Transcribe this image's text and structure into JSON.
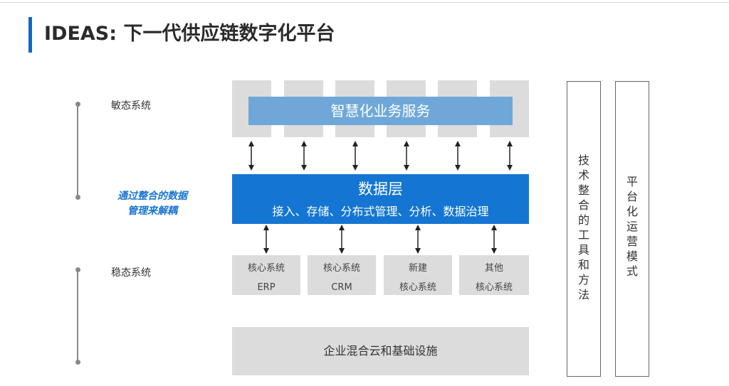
{
  "title": "IDEAS: 下一代供应链数字化平台",
  "left_labels": {
    "agile": "敏态系统",
    "integration_line1": "通过整合的数据",
    "integration_line2": "管理来解耦",
    "stable": "稳态系统"
  },
  "smart_services": "智慧化业务服务",
  "data_layer": {
    "title": "数据层",
    "subtitle": "接入、存储、分布式管理、分析、数据治理"
  },
  "core_systems": [
    {
      "line1": "核心系统",
      "line2": "ERP"
    },
    {
      "line1": "核心系统",
      "line2": "CRM"
    },
    {
      "line1": "新建",
      "line2": "核心系统"
    },
    {
      "line1": "其他",
      "line2": "核心系统"
    }
  ],
  "infrastructure": "企业混合云和基础设施",
  "tools_methods": [
    "技",
    "术",
    "整",
    "合",
    "的",
    "工",
    "具",
    "和",
    "方",
    "法"
  ],
  "platform_ops": [
    "平",
    "台",
    "化",
    "运",
    "营",
    "模",
    "式"
  ],
  "colors": {
    "accent": "#1565c0",
    "data_layer": "#1476d2",
    "smart_service": "#6fa8d8",
    "panel_gray": "#dcdcdc",
    "italic_label": "#1a75d0"
  }
}
